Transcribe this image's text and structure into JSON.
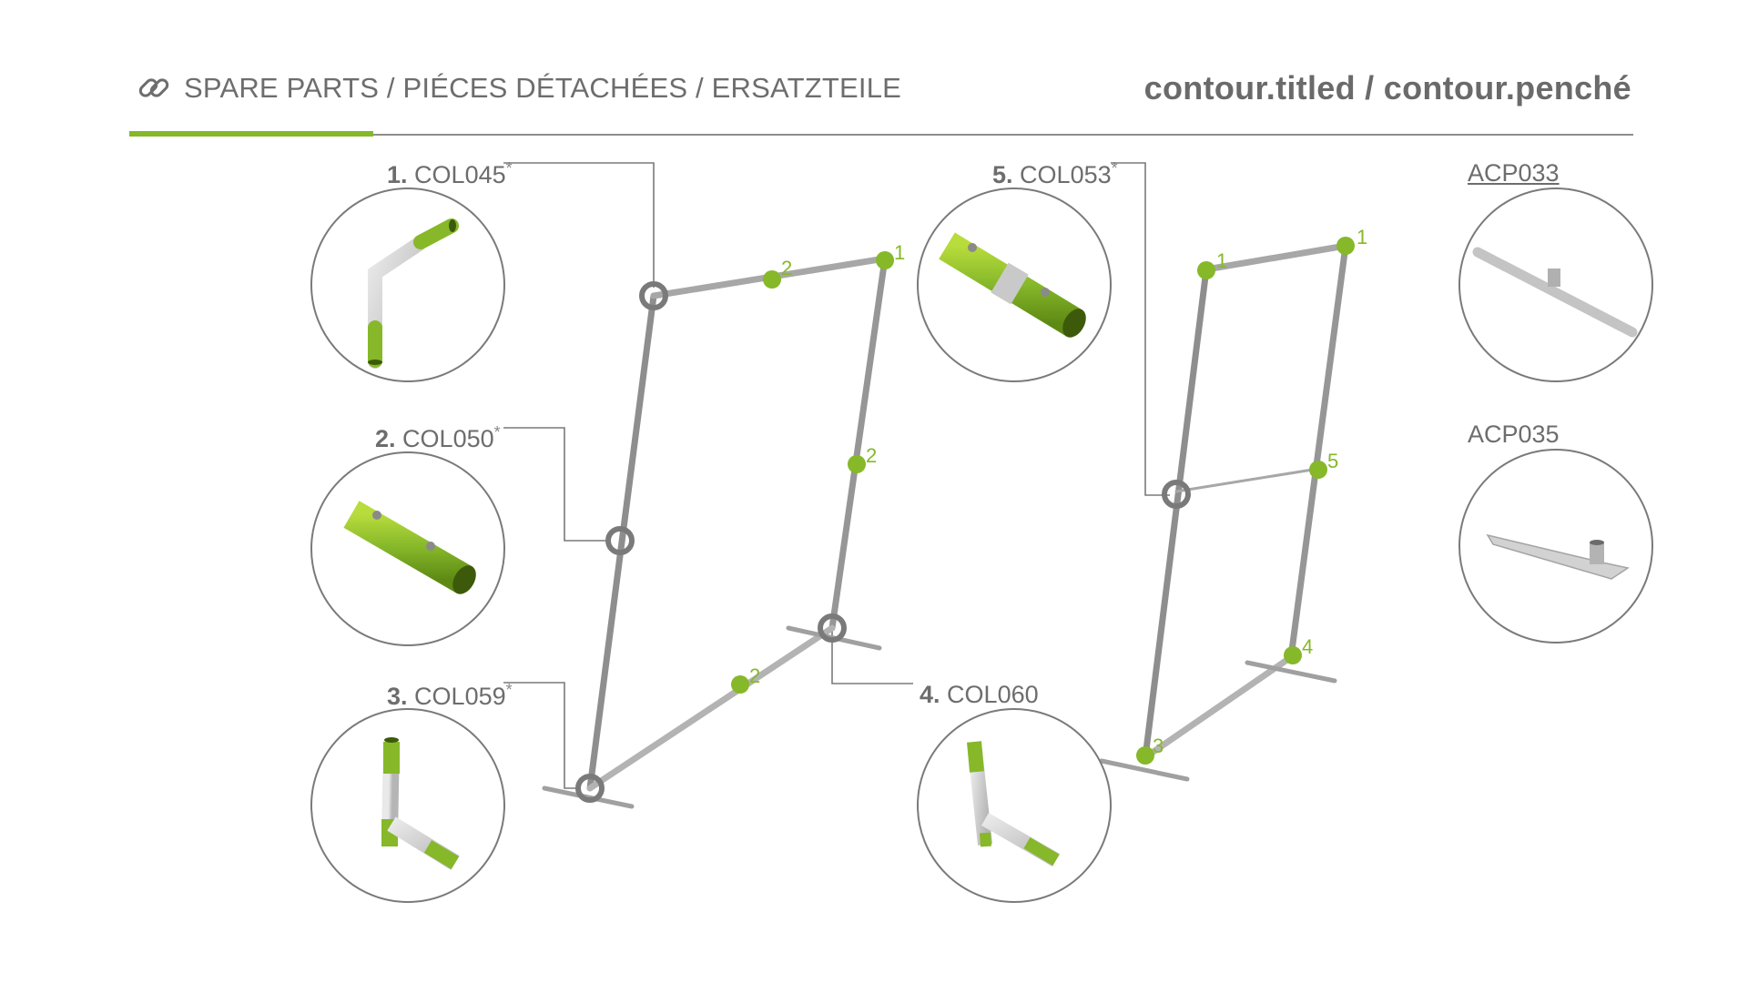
{
  "header": {
    "title": "SPARE PARTS / PIÉCES DÉTACHÉES / ERSATZTEILE",
    "product": "contour.titled / contour.penché",
    "icon": "link-icon"
  },
  "parts": [
    {
      "num": "1.",
      "code": "COL045",
      "mark": "*"
    },
    {
      "num": "2.",
      "code": "COL050",
      "mark": "*"
    },
    {
      "num": "3.",
      "code": "COL059",
      "mark": "*"
    },
    {
      "num": "4.",
      "code": "COL060",
      "mark": ""
    },
    {
      "num": "5.",
      "code": "COL053",
      "mark": "*"
    }
  ],
  "accessories": [
    {
      "code": "ACP033"
    },
    {
      "code": "ACP035"
    }
  ],
  "callouts": {
    "frame_left": [
      "1",
      "2",
      "2",
      "2"
    ],
    "frame_right": [
      "1",
      "1",
      "5",
      "4",
      "3"
    ]
  },
  "colors": {
    "accent": "#86b82a",
    "text": "#6d6d6d",
    "frame": "#9a9a9a",
    "callout_ring": "#7a7a7a"
  }
}
